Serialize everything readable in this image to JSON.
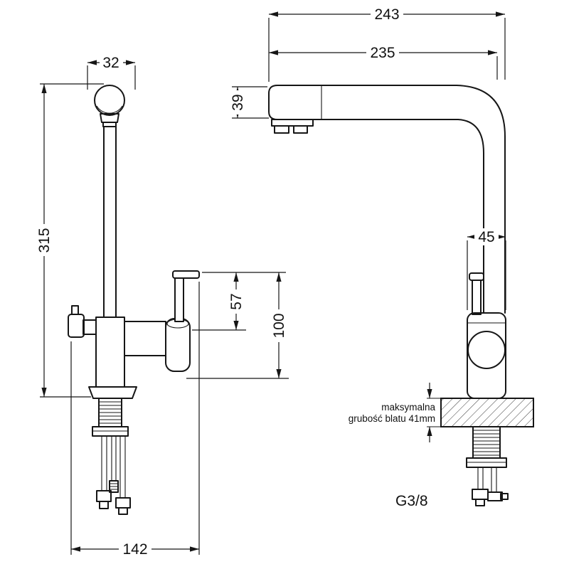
{
  "colors": {
    "line": "#161616",
    "background": "#ffffff"
  },
  "drawing": {
    "kind": "kitchen-faucet-technical-drawing",
    "front_view": {
      "dim_top_width": "32",
      "dim_total_height": "315",
      "dim_base_width": "142",
      "dim_handle_height": "57",
      "dim_outlet_height": "100"
    },
    "side_view": {
      "dim_total_depth": "243",
      "dim_spout_reach": "235",
      "dim_spout_drop": "39",
      "dim_body_width": "45",
      "counter_note_line1": "maksymalna",
      "counter_note_line2": "grubość blatu 41mm",
      "thread_size": "G3/8"
    }
  }
}
